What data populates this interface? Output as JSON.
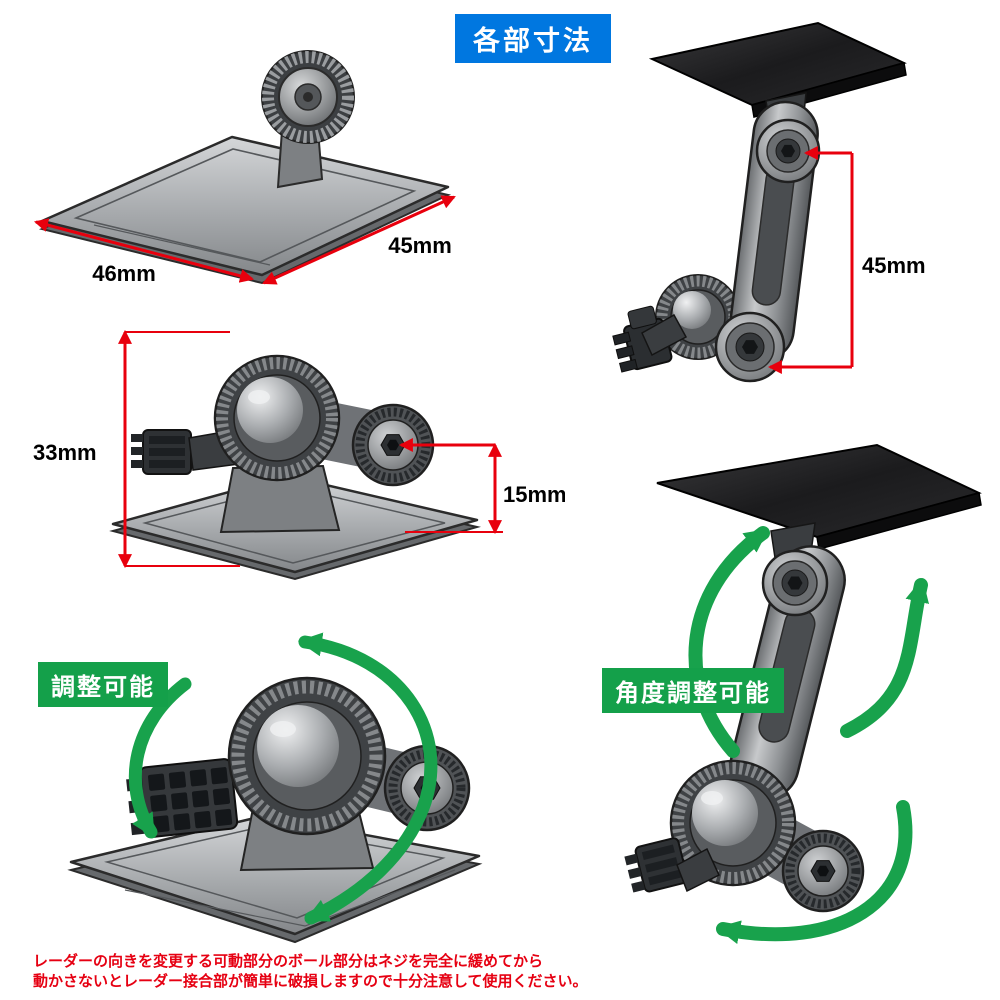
{
  "page": {
    "title_badge": "各部寸法"
  },
  "figures": {
    "base_top": {
      "dim_width": "46mm",
      "dim_depth": "45mm"
    },
    "arm_side": {
      "dim_height": "45mm"
    },
    "mount_side": {
      "dim_height": "33mm",
      "dim_ball": "15mm"
    },
    "mount_rotation": {
      "label": "調整可能"
    },
    "arm_rotation": {
      "label": "角度調整可能"
    }
  },
  "note": {
    "line1": "レーダーの向きを変更する可動部分のボール部分はネジを完全に緩めてから",
    "line2": "動かさないとレーダー接合部が簡単に破損しますので十分注意して使用ください。"
  },
  "colors": {
    "badge_blue": "#0077e0",
    "label_green": "#14a04a",
    "dimension_red": "#e8000d",
    "arrow_green": "#18a24c",
    "note_red": "#e60012"
  }
}
